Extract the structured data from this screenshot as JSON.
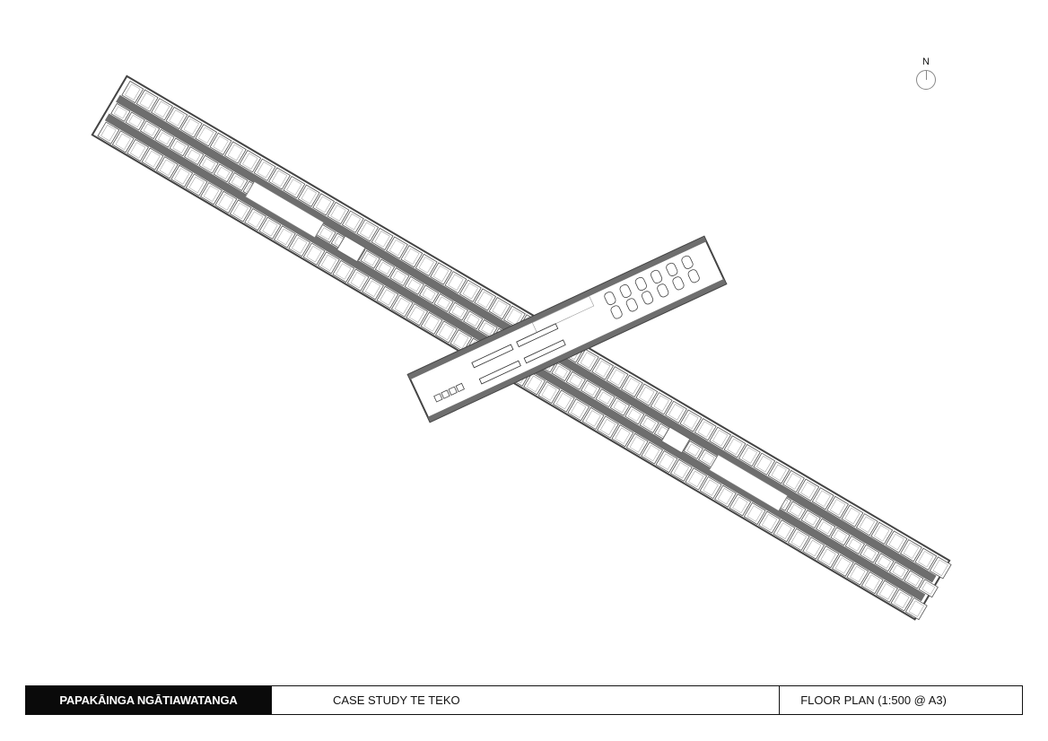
{
  "title_block": {
    "project": "PAPAKĀINGA NGĀTIAWATANGA",
    "case_study": "CASE STUDY TE TEKO",
    "sheet": "FLOOR PLAN (1:500 @ A3)"
  },
  "north_arrow": {
    "label": "N"
  },
  "colors": {
    "corridor": "#6e6e6e",
    "wall": "#444444",
    "unit_fill": "#ffffff",
    "title_block_bg": "#0a0a0a"
  }
}
